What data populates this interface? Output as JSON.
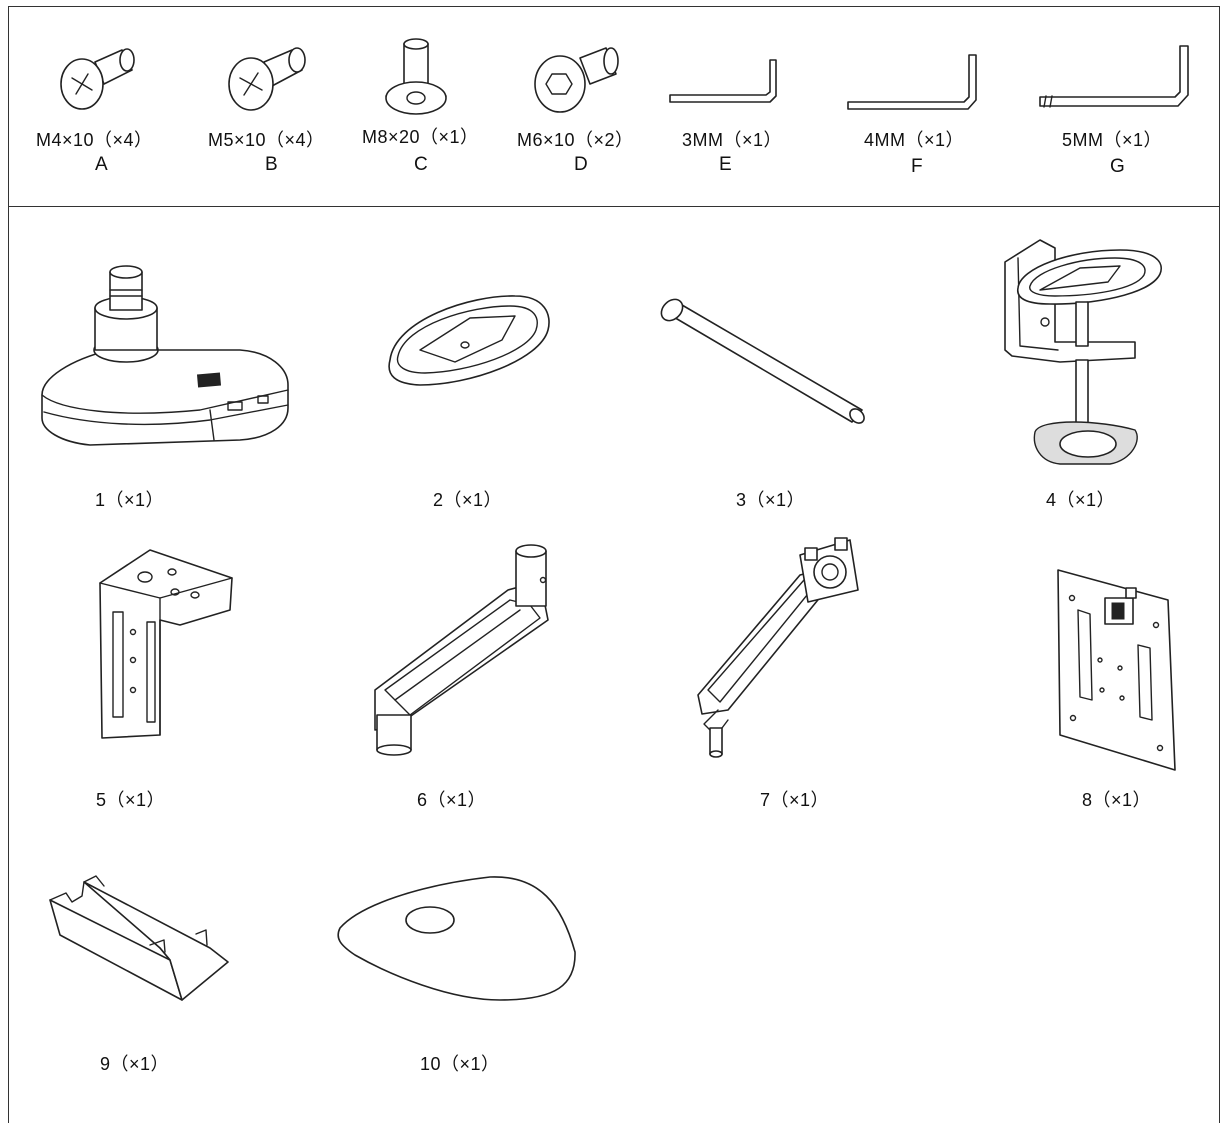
{
  "hardware": [
    {
      "size": "M4×10（×4）",
      "code": "A",
      "icon": "phillips-pan-screw-icon"
    },
    {
      "size": "M5×10（×4）",
      "code": "B",
      "icon": "phillips-pan-screw-icon"
    },
    {
      "size": "M8×20（×1）",
      "code": "C",
      "icon": "hex-flat-head-bolt-icon"
    },
    {
      "size": "M6×10（×2）",
      "code": "D",
      "icon": "hex-socket-bolt-icon"
    },
    {
      "size": "3MM（×1）",
      "code": "E",
      "icon": "allen-key-icon"
    },
    {
      "size": "4MM（×1）",
      "code": "F",
      "icon": "allen-key-icon"
    },
    {
      "size": "5MM（×1）",
      "code": "G",
      "icon": "allen-key-icon"
    }
  ],
  "parts": [
    {
      "label": "1（×1）",
      "icon": "desk-base-with-usb-icon"
    },
    {
      "label": "2（×1）",
      "icon": "oval-base-plate-icon"
    },
    {
      "label": "3（×1）",
      "icon": "steel-pin-icon"
    },
    {
      "label": "4（×1）",
      "icon": "desk-clamp-icon"
    },
    {
      "label": "5（×1）",
      "icon": "l-bracket-icon"
    },
    {
      "label": "6（×1）",
      "icon": "lower-arm-icon"
    },
    {
      "label": "7（×1）",
      "icon": "gas-spring-arm-icon"
    },
    {
      "label": "8（×1）",
      "icon": "vesa-plate-icon"
    },
    {
      "label": "9（×1）",
      "icon": "cable-cover-icon"
    },
    {
      "label": "10（×1）",
      "icon": "base-pad-icon"
    }
  ]
}
